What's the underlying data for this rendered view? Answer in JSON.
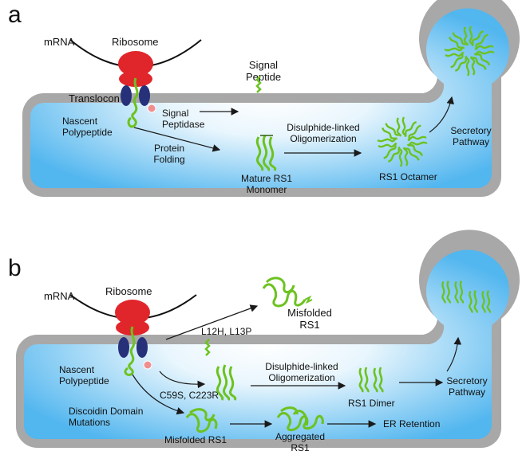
{
  "colors": {
    "membrane": "#a8a8a8",
    "lumen_center": "#ffffff",
    "lumen_edge": "#52b6ef",
    "ribosome": "#e0262b",
    "translocon": "#27317a",
    "protein": "#6cc21f",
    "protein_dark": "#2d5e0a",
    "peptidase": "#f08f8f"
  },
  "panel_a": {
    "letter": "a",
    "mrna": "mRNA",
    "ribosome": "Ribosome",
    "translocon": "Translocon",
    "signal_peptide": "Signal\nPeptide",
    "signal_peptidase": "Signal\nPeptidase",
    "nascent_polypeptide": "Nascent\nPolypeptide",
    "protein_folding": "Protein\nFolding",
    "mature_monomer": "Mature RS1\nMonomer",
    "oligomerization": "Disulphide-linked\nOligomerization",
    "octamer": "RS1 Octamer",
    "secretory_pathway": "Secretory\nPathway"
  },
  "panel_b": {
    "letter": "b",
    "mrna": "mRNA",
    "ribosome": "Ribosome",
    "misfolded_top": "Misfolded\nRS1",
    "mutations_l": "L12H, L13P",
    "nascent_polypeptide": "Nascent\nPolypeptide",
    "mutations_c": "C59S, C223R",
    "oligomerization": "Disulphide-linked\nOligomerization",
    "dimer": "RS1 Dimer",
    "secretory_pathway": "Secretory\nPathway",
    "discoidin": "Discoidin Domain\nMutations",
    "misfolded": "Misfolded RS1",
    "aggregated": "Aggregated\nRS1",
    "er_retention": "ER Retention"
  }
}
